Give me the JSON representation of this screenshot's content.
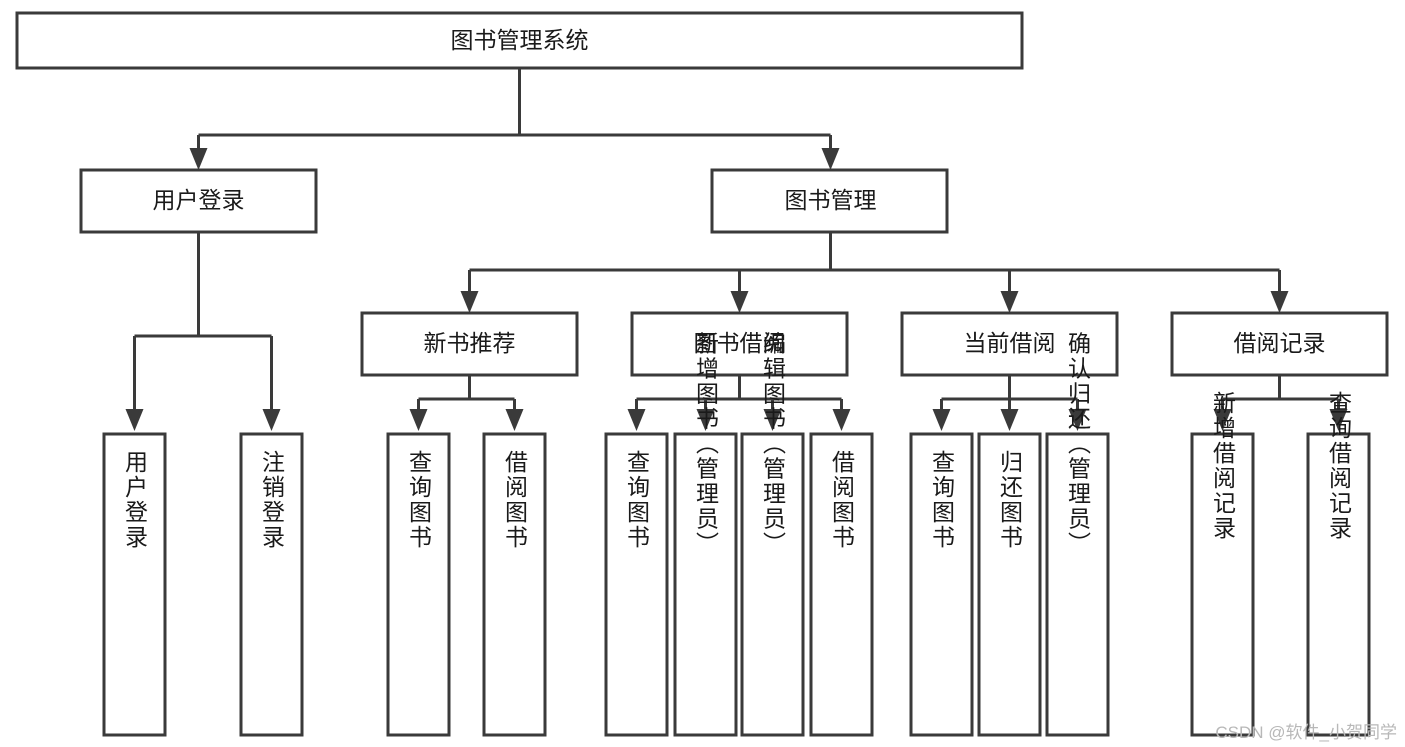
{
  "diagram": {
    "type": "hierarchy-tree",
    "title": "图书管理系统",
    "watermark": "CSDN @软件_小贺同学",
    "colors": {
      "stroke": "#3a3a3a",
      "fill": "#ffffff",
      "text": "#1a1a1a",
      "watermark": "#b8b8b8"
    },
    "levels": {
      "root": {
        "label": "图书管理系统"
      },
      "level2": [
        {
          "label": "用户登录"
        },
        {
          "label": "图书管理"
        }
      ],
      "level3": [
        {
          "label": "新书推荐"
        },
        {
          "label": "图书借阅"
        },
        {
          "label": "当前借阅"
        },
        {
          "label": "借阅记录"
        }
      ],
      "leaves": {
        "user_login": [
          {
            "label": "用户登录"
          },
          {
            "label": "注销登录"
          }
        ],
        "new_book_recommend": [
          {
            "label": "查询图书"
          },
          {
            "label": "借阅图书"
          }
        ],
        "book_borrow": [
          {
            "label": "查询图书"
          },
          {
            "label": "新增图书（管理员）"
          },
          {
            "label": "编辑图书（管理员）"
          },
          {
            "label": "借阅图书"
          }
        ],
        "current_borrow": [
          {
            "label": "查询图书"
          },
          {
            "label": "归还图书"
          },
          {
            "label": "确认归还（管理员）"
          }
        ],
        "borrow_record": [
          {
            "label": "新增借阅记录"
          },
          {
            "label": "查询借阅记录"
          }
        ]
      }
    }
  }
}
